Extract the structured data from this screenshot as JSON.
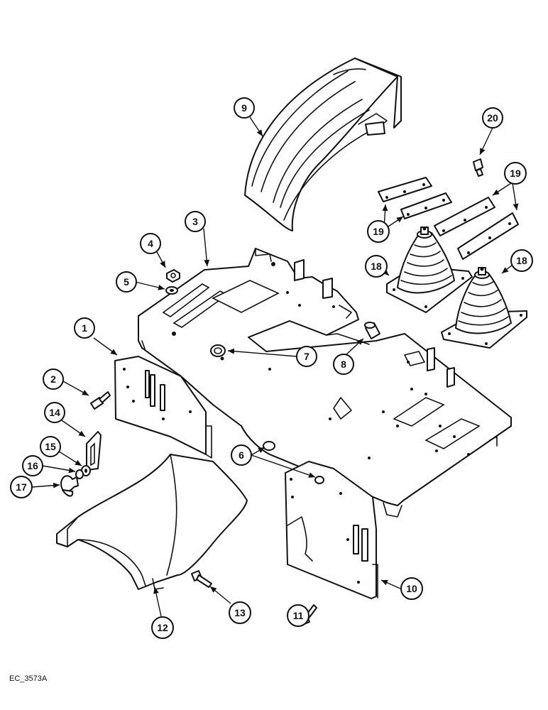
{
  "figure_code": "EC_3573A",
  "callouts": [
    {
      "id": "c1",
      "label": "1"
    },
    {
      "id": "c2",
      "label": "2"
    },
    {
      "id": "c3",
      "label": "3"
    },
    {
      "id": "c4",
      "label": "4"
    },
    {
      "id": "c5",
      "label": "5"
    },
    {
      "id": "c6",
      "label": "6"
    },
    {
      "id": "c7",
      "label": "7"
    },
    {
      "id": "c8",
      "label": "8"
    },
    {
      "id": "c9",
      "label": "9"
    },
    {
      "id": "c10",
      "label": "10"
    },
    {
      "id": "c11",
      "label": "11"
    },
    {
      "id": "c12",
      "label": "12"
    },
    {
      "id": "c13",
      "label": "13"
    },
    {
      "id": "c14",
      "label": "14"
    },
    {
      "id": "c15",
      "label": "15"
    },
    {
      "id": "c16",
      "label": "16"
    },
    {
      "id": "c17",
      "label": "17"
    },
    {
      "id": "c18a",
      "label": "18"
    },
    {
      "id": "c18b",
      "label": "18"
    },
    {
      "id": "c19a",
      "label": "19"
    },
    {
      "id": "c19b",
      "label": "19"
    },
    {
      "id": "c20",
      "label": "20"
    }
  ]
}
